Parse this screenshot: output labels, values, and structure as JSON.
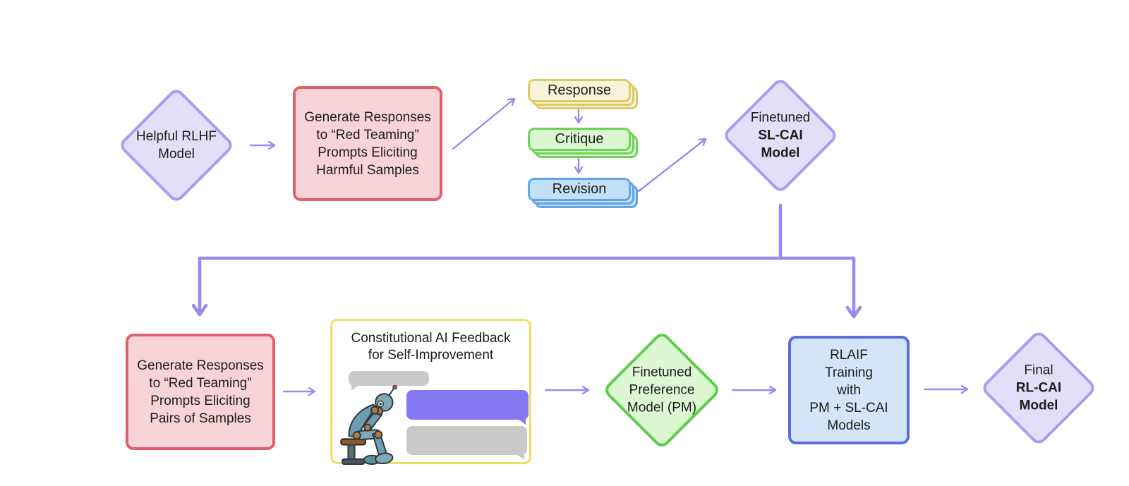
{
  "colors": {
    "background": "#ffffff",
    "text": "#1c1c1c",
    "arrow": "#978af0",
    "diamond-fill": "#e3dff9",
    "diamond-border": "#a89df1",
    "red-fill": "#f8d3d7",
    "red-border": "#e0606a",
    "response-fill": "#faf3dc",
    "response-border": "#dbcb63",
    "critique-fill": "#daf7d0",
    "critique-border": "#6dd257",
    "revision-fill": "#c2e0f8",
    "revision-border": "#60a5e8",
    "green-fill": "#dcf8d2",
    "green-border": "#5fcb4a",
    "rlaif-fill": "#d3e5f8",
    "rlaif-border": "#5a6fdb",
    "feedback-border": "#e8e162",
    "bubble-gray": "#c9c9c9",
    "bubble-purple": "#8678f2"
  },
  "nodes": {
    "helpful_rlhf": {
      "line1": "Helpful RLHF",
      "line2": "Model"
    },
    "generate_harmful": {
      "line1": "Generate Responses",
      "line2": "to “Red Teaming”",
      "line3": "Prompts Eliciting",
      "line4": "Harmful Samples"
    },
    "response": {
      "label": "Response"
    },
    "critique": {
      "label": "Critique"
    },
    "revision": {
      "label": "Revision"
    },
    "sl_cai": {
      "line1": "Finetuned",
      "line2": "SL-CAI",
      "line3": "Model"
    },
    "generate_pairs": {
      "line1": "Generate Responses",
      "line2": "to “Red Teaming”",
      "line3": "Prompts Eliciting",
      "line4": "Pairs of Samples"
    },
    "cai_feedback": {
      "title_line1": "Constitutional AI Feedback",
      "title_line2": "for Self-Improvement"
    },
    "preference_model": {
      "line1": "Finetuned",
      "line2": "Preference",
      "line3": "Model (PM)"
    },
    "rlaif_training": {
      "line1": "RLAIF",
      "line2": "Training",
      "line3": "with",
      "line4": "PM + SL-CAI",
      "line5": "Models"
    },
    "final_rl_cai": {
      "line1": "Final",
      "line2": "RL-CAI",
      "line3": "Model"
    }
  }
}
